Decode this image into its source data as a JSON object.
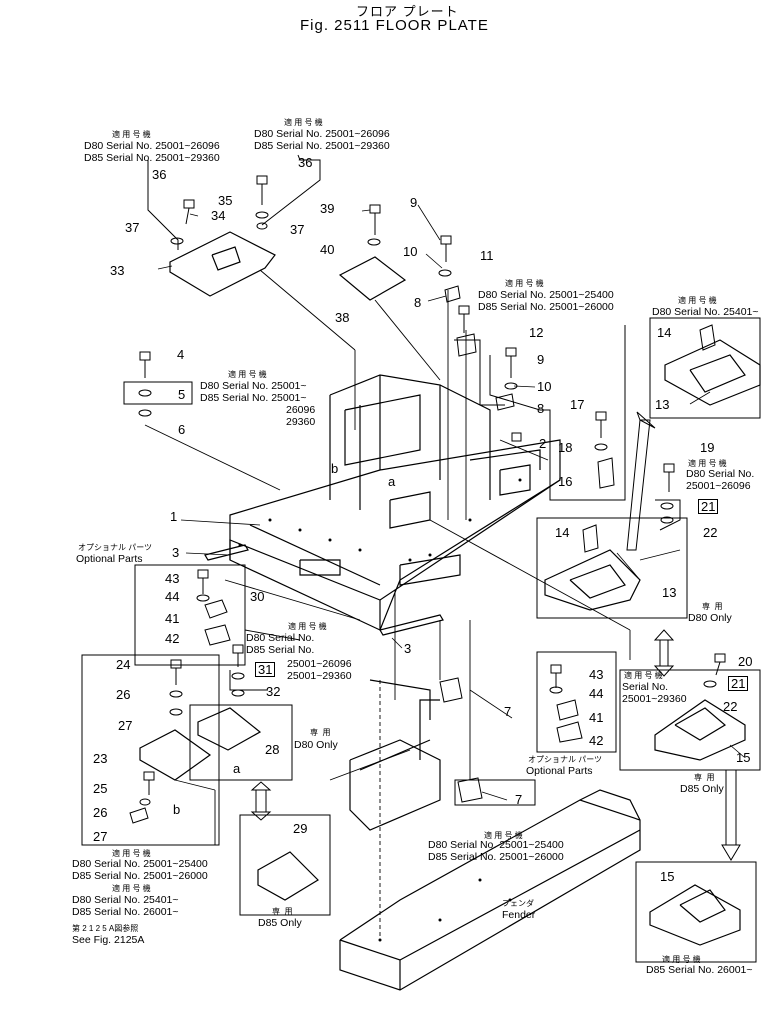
{
  "title_jp": "フロア プレート",
  "title_en": "Fig. 2511  FLOOR PLATE",
  "labels": {
    "jp_model": "適 用 号 機",
    "d80_25001_26096": "D80 Serial No. 25001~26096",
    "d85_25001_29360": "D85 Serial No. 25001~29360",
    "d80_25001_25400": "D80 Serial No. 25001~25400",
    "d85_25001_26000": "D85 Serial No. 25001~26000",
    "d80_25401": "D80 Serial No. 25401~",
    "d85_26001": "D85 Serial No. 26001~",
    "d80_25001": "D80 Serial No. 25001~",
    "d85_25001": "D85 Serial No. 25001~",
    "serial_26096": "26096",
    "serial_29360": "29360",
    "d80_serial_no": "D80 Serial No.",
    "d85_serial_no": "D85 Serial No.",
    "range_25001_26096": "25001~26096",
    "range_25001_29360": "25001~29360",
    "serial_no": "Serial No.",
    "jp_exclusive": "専  用",
    "d80_only": "D80 Only",
    "d85_only": "D85 Only",
    "jp_optional": "オプショナル パーツ",
    "optional_parts": "Optional Parts",
    "jp_fender": "フェンダ",
    "fender": "Fender",
    "jp_see_fig": "第 2 1 2 5 A図参照",
    "see_fig": "See Fig. 2125A"
  },
  "parts": [
    "1",
    "2",
    "3",
    "3",
    "4",
    "5",
    "6",
    "7",
    "7",
    "8",
    "8",
    "9",
    "9",
    "10",
    "10",
    "11",
    "12",
    "13",
    "13",
    "14",
    "14",
    "15",
    "15",
    "16",
    "17",
    "18",
    "19",
    "20",
    "21",
    "21",
    "22",
    "22",
    "23",
    "24",
    "25",
    "26",
    "26",
    "27",
    "27",
    "28",
    "29",
    "30",
    "31",
    "32",
    "33",
    "34",
    "35",
    "36",
    "36",
    "37",
    "37",
    "38",
    "39",
    "40",
    "41",
    "41",
    "42",
    "42",
    "43",
    "43",
    "44",
    "44",
    "a",
    "a",
    "b",
    "b"
  ]
}
